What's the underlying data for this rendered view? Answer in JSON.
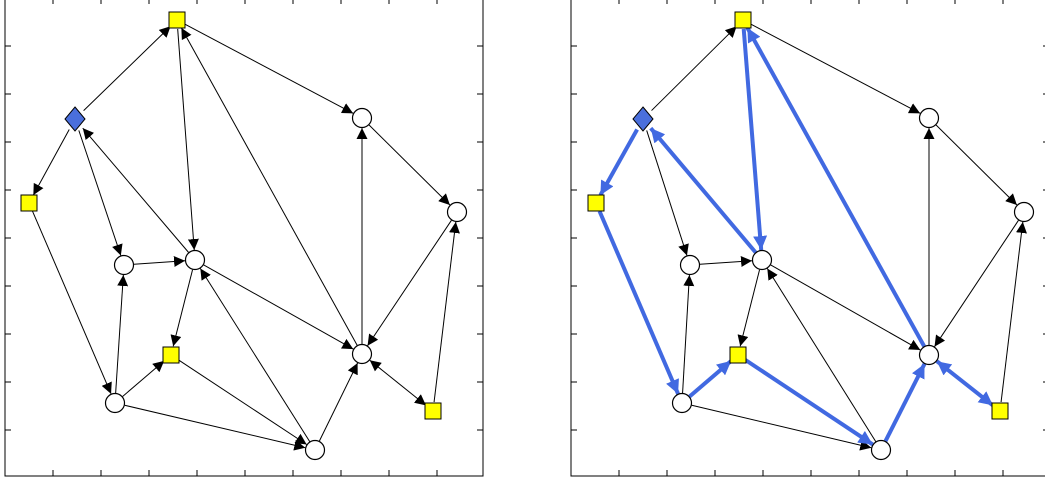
{
  "colors": {
    "square_fill": "#ffff00",
    "diamond_fill": "#4a6fdc",
    "circle_fill": "#ffffff",
    "edge": "#000000",
    "highlight": "#4169e1"
  },
  "node_kinds": {
    "diamond": "diamond",
    "square": "square",
    "circle": "circle"
  },
  "graph": {
    "nodes": [
      {
        "id": "s-top",
        "shape": "square"
      },
      {
        "id": "d-left",
        "shape": "diamond"
      },
      {
        "id": "s-left",
        "shape": "square"
      },
      {
        "id": "c-topright",
        "shape": "circle"
      },
      {
        "id": "c-right",
        "shape": "circle"
      },
      {
        "id": "c-midleft",
        "shape": "circle"
      },
      {
        "id": "c-center",
        "shape": "circle"
      },
      {
        "id": "s-mid",
        "shape": "square"
      },
      {
        "id": "c-midright",
        "shape": "circle"
      },
      {
        "id": "c-bottomleft",
        "shape": "circle"
      },
      {
        "id": "c-bottom",
        "shape": "circle"
      },
      {
        "id": "s-bottomright",
        "shape": "square"
      }
    ],
    "edges": [
      {
        "from": "d-left",
        "to": "s-top"
      },
      {
        "from": "s-top",
        "to": "c-topright"
      },
      {
        "from": "d-left",
        "to": "s-left"
      },
      {
        "from": "d-left",
        "to": "c-midleft"
      },
      {
        "from": "c-center",
        "to": "d-left"
      },
      {
        "from": "s-top",
        "to": "c-center"
      },
      {
        "from": "c-topright",
        "to": "c-right"
      },
      {
        "from": "c-midright",
        "to": "c-topright"
      },
      {
        "from": "c-midright",
        "to": "s-top"
      },
      {
        "from": "c-midleft",
        "to": "c-center"
      },
      {
        "from": "c-center",
        "to": "s-mid"
      },
      {
        "from": "c-center",
        "to": "c-midright"
      },
      {
        "from": "c-right",
        "to": "c-midright"
      },
      {
        "from": "s-bottomright",
        "to": "c-right"
      },
      {
        "from": "s-left",
        "to": "c-bottomleft"
      },
      {
        "from": "c-bottomleft",
        "to": "c-midleft"
      },
      {
        "from": "c-bottomleft",
        "to": "s-mid"
      },
      {
        "from": "c-bottomleft",
        "to": "c-bottom"
      },
      {
        "from": "s-mid",
        "to": "c-bottom"
      },
      {
        "from": "c-bottom",
        "to": "c-center"
      },
      {
        "from": "c-bottom",
        "to": "c-midright"
      },
      {
        "from": "c-midright",
        "to": "s-bottomright",
        "bidirectional": true
      }
    ],
    "highlighted_path": [
      {
        "from": "s-top",
        "to": "c-center"
      },
      {
        "from": "c-center",
        "to": "d-left"
      },
      {
        "from": "d-left",
        "to": "s-left"
      },
      {
        "from": "s-left",
        "to": "c-bottomleft"
      },
      {
        "from": "c-bottomleft",
        "to": "s-mid"
      },
      {
        "from": "s-mid",
        "to": "c-bottom"
      },
      {
        "from": "c-bottom",
        "to": "c-midright"
      },
      {
        "from": "c-midright",
        "to": "s-top"
      },
      {
        "from": "c-midright",
        "to": "s-bottomright",
        "bidirectional": true
      }
    ]
  }
}
